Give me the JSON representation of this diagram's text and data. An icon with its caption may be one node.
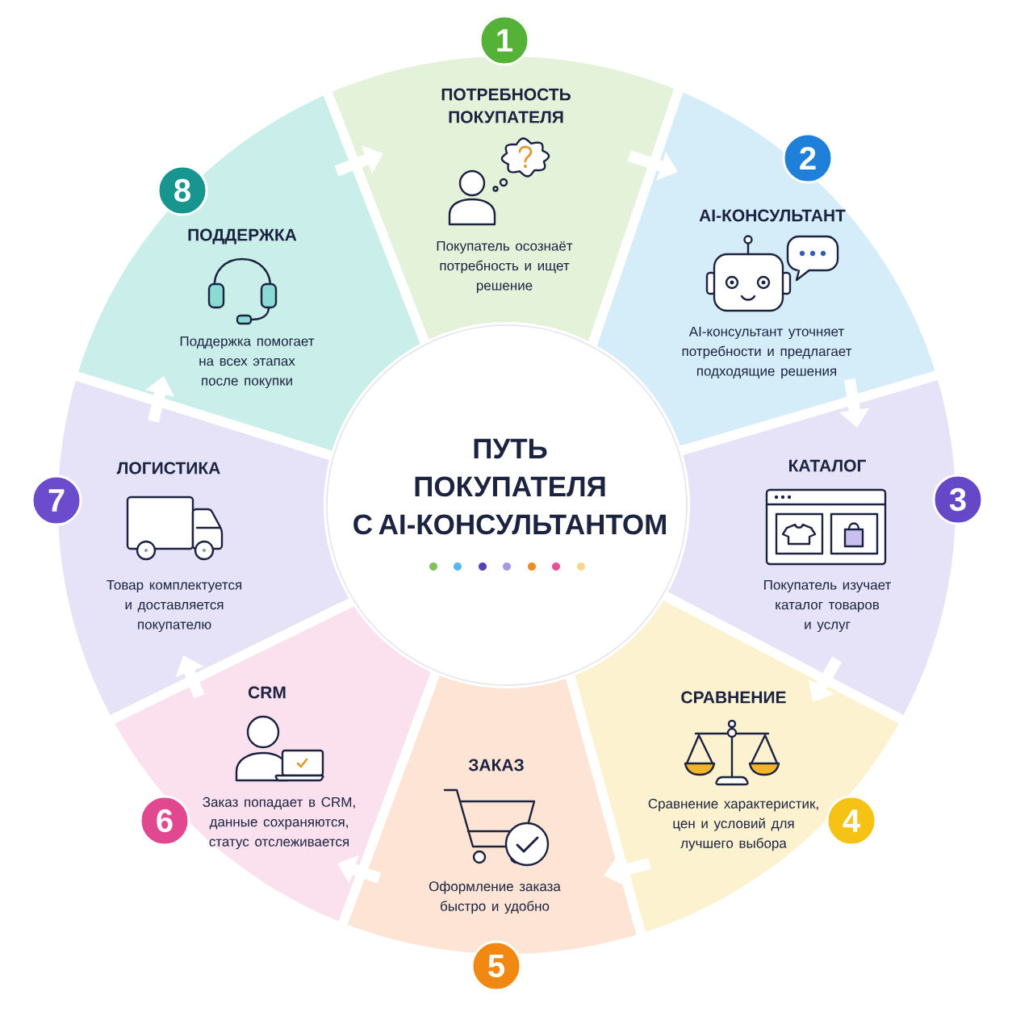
{
  "diagram": {
    "nodes": [
      {
        "text": [
          "ПУТЬ ПОКУПАТЕЛЯ С AI-КОНСУЛЬТАНТОМ"
        ]
      },
      {
        "text": [
          "ПОТРЕБНОСТЬ ПОКУПАТЕЛЯ",
          "Покупатель осознаёт потребность и ищет решение"
        ]
      },
      {
        "text": [
          "1"
        ]
      },
      {
        "text": [
          "AI-КОНСУЛЬТАНТ",
          "AI-консультант уточняет потребности и предлагает подходящие решения"
        ]
      },
      {
        "text": [
          "2"
        ]
      },
      {
        "text": [
          "КАТАЛОГ",
          "Покупатель изучает каталог товаров и услуг"
        ]
      },
      {
        "text": [
          "3"
        ]
      },
      {
        "text": [
          "СРАВНЕНИЕ",
          "Сравнение характеристик, цен и условий для лучшего выбора"
        ]
      },
      {
        "text": [
          "4"
        ]
      },
      {
        "text": [
          "ЗАКАЗ",
          "Оформление заказа быстро и удобно"
        ]
      },
      {
        "text": [
          "5"
        ]
      },
      {
        "text": [
          "CRM",
          "Заказ попадает в CRM, данные сохраняются, статус отслеживается"
        ]
      },
      {
        "text": [
          "6"
        ]
      },
      {
        "text": [
          "ЛОГИСТИКА",
          "Товар комплектуется и доставляется покупателю"
        ]
      },
      {
        "text": [
          "7"
        ]
      },
      {
        "text": [
          "ПОДДЕРЖКА",
          "Поддержка помогает на всех этапах после покупки"
        ]
      },
      {
        "text": [
          "8"
        ]
      }
    ],
    "edges": [
      {
        "from": 1,
        "to": 3,
        "arrow": "to"
      },
      {
        "from": 3,
        "to": 5,
        "arrow": "to"
      },
      {
        "from": 5,
        "to": 7,
        "arrow": "to"
      },
      {
        "from": 7,
        "to": 9,
        "arrow": "to"
      },
      {
        "from": 9,
        "to": 11,
        "arrow": "to"
      },
      {
        "from": 11,
        "to": 13,
        "arrow": "to"
      },
      {
        "from": 13,
        "to": 15,
        "arrow": "to"
      },
      {
        "from": 15,
        "to": 1,
        "arrow": "to"
      }
    ]
  }
}
